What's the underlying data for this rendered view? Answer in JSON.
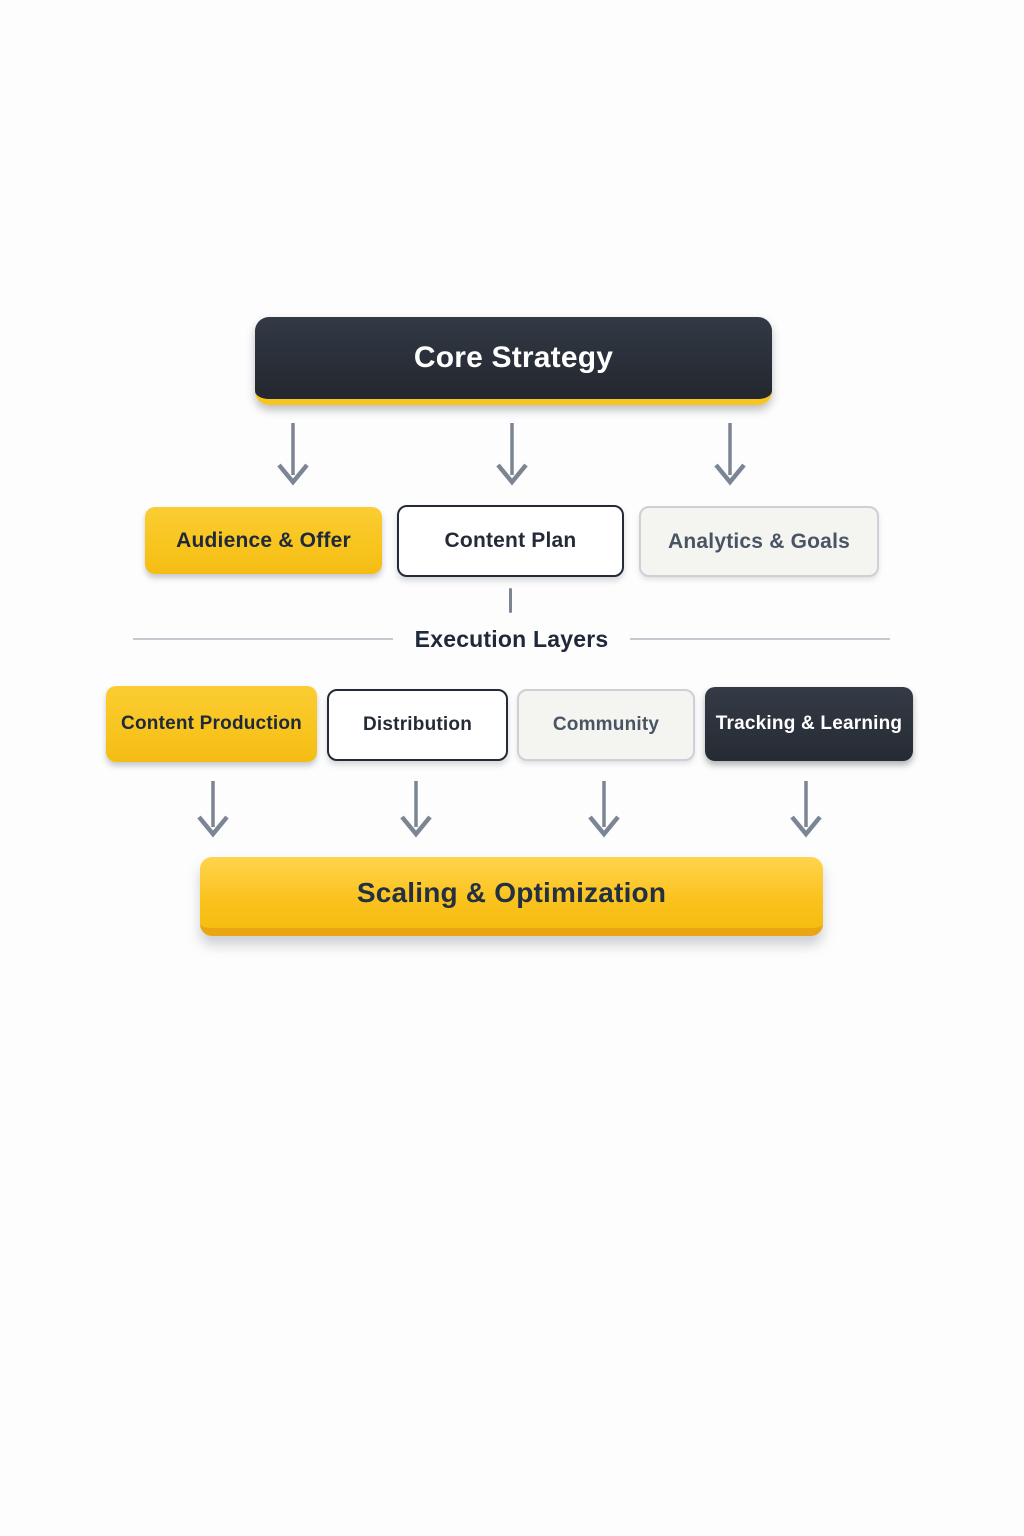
{
  "colors": {
    "yellow": "#F8C51F",
    "yellow_edge": "#E9A612",
    "dark": "#2A2F38",
    "light": "#F4F4F1",
    "light_border": "#CDD1D6",
    "navy_text": "#20293A",
    "gray_text": "#4A5564",
    "arrow": "#7C8594",
    "divider_line": "#C6CAD0"
  },
  "nodes": {
    "root": {
      "label": "Core Strategy"
    },
    "layer1": [
      {
        "label": "Audience & Offer",
        "variant": "yellow"
      },
      {
        "label": "Content Plan",
        "variant": "outline"
      },
      {
        "label": "Analytics & Goals",
        "variant": "light"
      }
    ],
    "layer2": [
      {
        "label": "Content Production",
        "variant": "yellow"
      },
      {
        "label": "Distribution",
        "variant": "outline"
      },
      {
        "label": "Community",
        "variant": "light"
      },
      {
        "label": "Tracking & Learning",
        "variant": "dark"
      }
    ],
    "bottom": {
      "label": "Scaling & Optimization",
      "variant": "yellow-3d"
    }
  },
  "section": {
    "label": "Execution Layers"
  }
}
